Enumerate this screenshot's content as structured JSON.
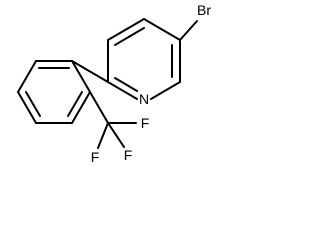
{
  "molecule": {
    "atoms": {
      "bromine": "Br",
      "nitrogen": "N",
      "fluorine_1": "F",
      "fluorine_2": "F",
      "fluorine_3": "F"
    }
  }
}
